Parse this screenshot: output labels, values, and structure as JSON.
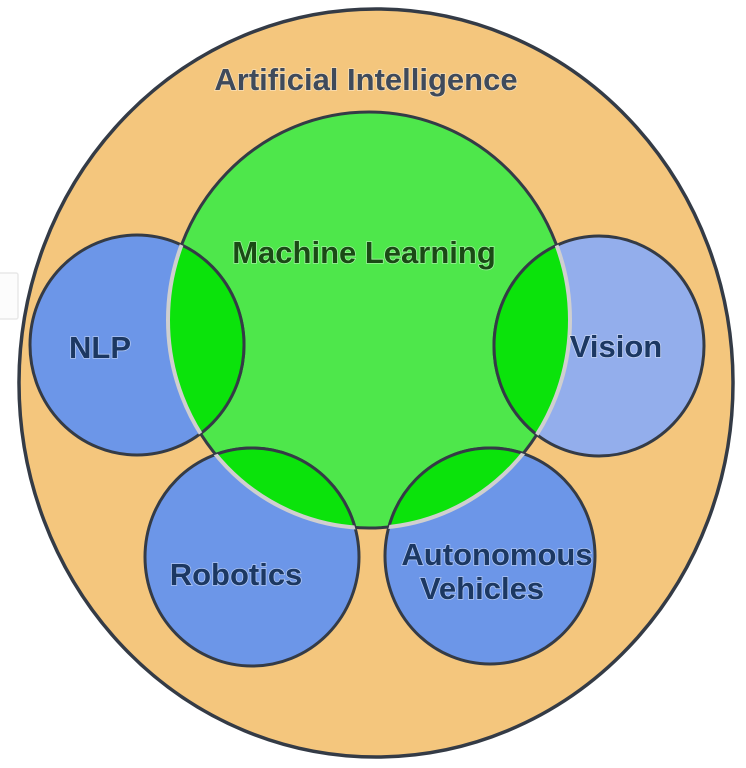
{
  "diagram": {
    "type": "venn-diagram",
    "title": "Artificial Intelligence",
    "labels": {
      "ai": "Artificial Intelligence",
      "ml": "Machine Learning",
      "nlp": "NLP",
      "vision": "Vision",
      "robotics": "Robotics",
      "av_line1": "Autonomous",
      "av_line2": "Vehicles"
    },
    "sets": [
      {
        "name": "Artificial Intelligence",
        "contains": [
          "Machine Learning",
          "NLP",
          "Vision",
          "Robotics",
          "Autonomous Vehicles"
        ]
      },
      {
        "name": "Machine Learning",
        "overlaps": [
          "NLP",
          "Vision",
          "Robotics",
          "Autonomous Vehicles"
        ]
      }
    ]
  },
  "colors": {
    "background": "#ffffff",
    "ai_fill": "#f4c67d",
    "ml_fill": "#4ee74b",
    "overlap_fill": "#0be30b",
    "set_fill": "#6c96e8",
    "vision_fill": "#93aeec",
    "circle_stroke": "#343b46",
    "overlap_arc_stroke": "#cfcfcf",
    "title_color": "#3f4a5b",
    "ml_text_color": "#1a4a15",
    "set_text_color": "#1c3862",
    "fragment_fill": "#fcfcfc",
    "fragment_stroke": "#e8e8e8"
  }
}
